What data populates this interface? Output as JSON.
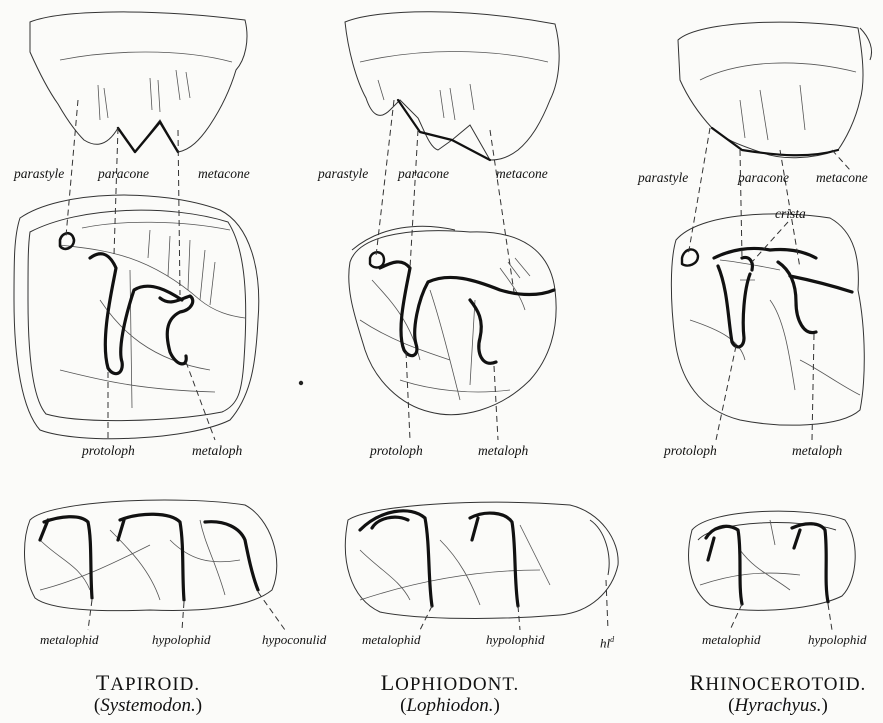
{
  "columns": [
    {
      "upper_labels": {
        "parastyle": "parastyle",
        "paracone": "paracone",
        "metacone": "metacone"
      },
      "middle_labels": {
        "left": "protoloph",
        "right": "metaloph"
      },
      "lower_labels": {
        "left": "metalophid",
        "mid": "hypolophid",
        "right": "hypoconulid"
      },
      "caption_first": "T",
      "caption_rest": "APIROID.",
      "genus": "Systemodon."
    },
    {
      "upper_labels": {
        "parastyle": "parastyle",
        "paracone": "paracone",
        "metacone": "metacone"
      },
      "middle_labels": {
        "left": "protoloph",
        "right": "metaloph"
      },
      "lower_labels": {
        "left": "metalophid",
        "mid": "hypolophid",
        "right_base": "hl",
        "right_sup": "d"
      },
      "caption_first": "L",
      "caption_rest": "OPHIODONT.",
      "genus": "Lophiodon."
    },
    {
      "upper_labels": {
        "parastyle": "parastyle",
        "paracone": "paracone",
        "metacone": "metacone",
        "crista": "crista"
      },
      "middle_labels": {
        "left": "protoloph",
        "right": "metaloph"
      },
      "lower_labels": {
        "left": "metalophid",
        "right": "hypolophid"
      },
      "caption_first": "R",
      "caption_rest": "HINOCEROTOID.",
      "genus": "Hyrachyus."
    }
  ]
}
